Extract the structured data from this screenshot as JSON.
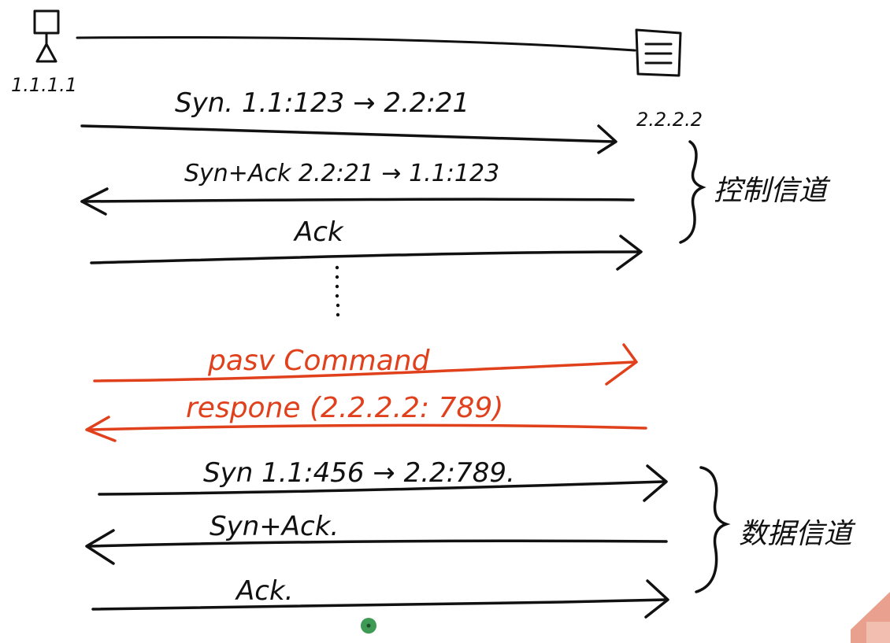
{
  "client": {
    "label": "1.1.1.1"
  },
  "server": {
    "label": "2.2.2.2"
  },
  "control_channel": {
    "brace_label": "控制信道",
    "messages": [
      {
        "label": "Syn. 1.1:123 → 2.2:21",
        "direction": "right"
      },
      {
        "label": "Syn+Ack  2.2:21 → 1.1:123",
        "direction": "left"
      },
      {
        "label": "Ack",
        "direction": "right"
      }
    ]
  },
  "pasv": {
    "messages": [
      {
        "label": "pasv Command",
        "direction": "right"
      },
      {
        "label": "respone (2.2.2.2: 789)",
        "direction": "left"
      }
    ]
  },
  "data_channel": {
    "brace_label": "数据信道",
    "messages": [
      {
        "label": "Syn 1.1:456 → 2.2:789.",
        "direction": "right"
      },
      {
        "label": "Syn+Ack.",
        "direction": "left"
      },
      {
        "label": "Ack.",
        "direction": "right"
      }
    ]
  },
  "colors": {
    "ink": "#111111",
    "highlight": "#e0401c",
    "cursor_dot": "#3f9a55",
    "corner_shape": "#e9a08e"
  }
}
